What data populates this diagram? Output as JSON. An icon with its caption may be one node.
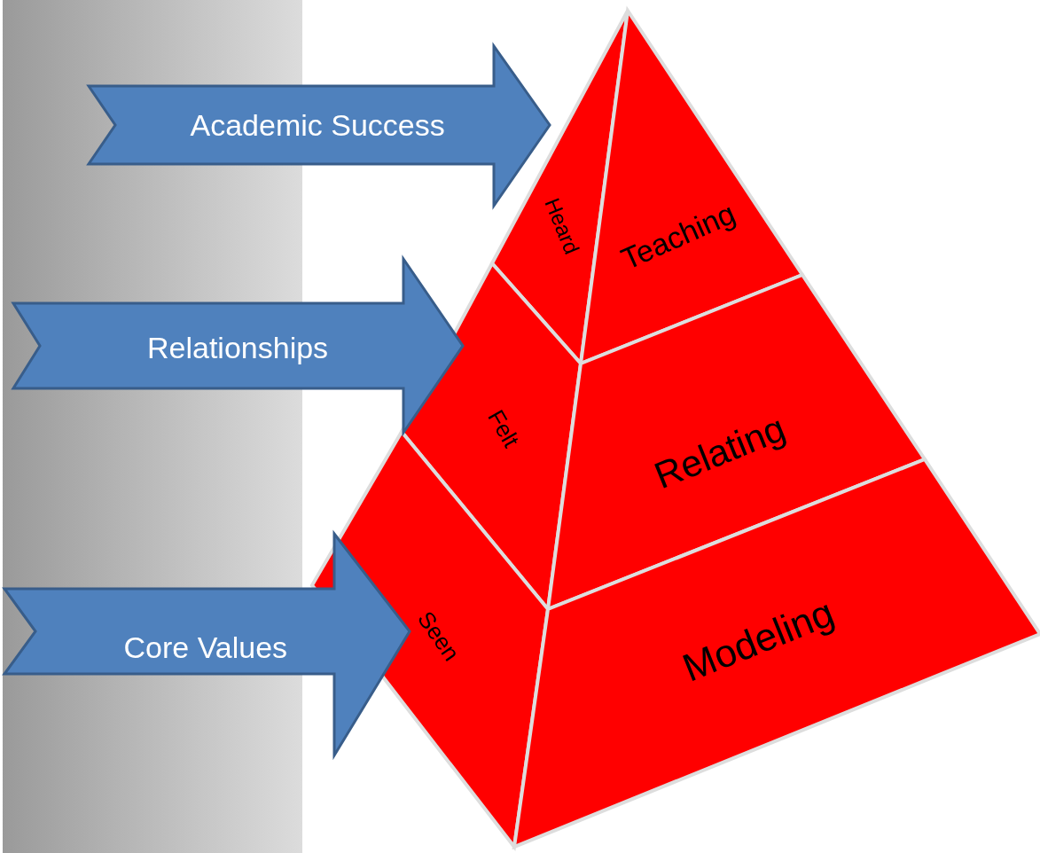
{
  "diagram": {
    "nodes": [
      {
        "text": [
          "Academic Success"
        ]
      },
      {
        "text": [
          "Relationships"
        ]
      },
      {
        "text": [
          "Core Values"
        ]
      },
      {
        "text": [
          "Heard"
        ]
      },
      {
        "text": [
          "Teaching"
        ]
      },
      {
        "text": [
          "Felt"
        ]
      },
      {
        "text": [
          "Relating"
        ]
      },
      {
        "text": [
          "Seen"
        ]
      },
      {
        "text": [
          "Modeling"
        ]
      }
    ]
  }
}
